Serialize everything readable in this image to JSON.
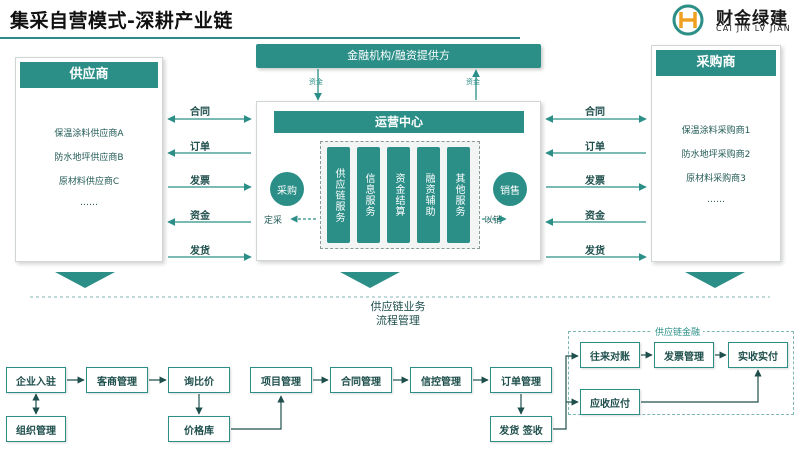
{
  "header": {
    "title": "集采自营模式-深耕产业链"
  },
  "logo": {
    "cn": "财金绿建",
    "en": "CAI JIN LV JIAN",
    "glyph": "H",
    "brand_color": "#2b8f88"
  },
  "supplier": {
    "title": "供应商",
    "items": [
      "保温涂料供应商A",
      "防水地坪供应商B",
      "原材料供应商C",
      "……"
    ]
  },
  "buyer": {
    "title": "采购商",
    "items": [
      "保温涂料采购商1",
      "防水地坪采购商2",
      "原材料采购商3",
      "……"
    ]
  },
  "finance": {
    "title": "金融机构/融资提供方",
    "fund_down": "资金",
    "fund_up": "资金"
  },
  "operations": {
    "title": "运营中心",
    "services": [
      "供应链服务",
      "信息服务",
      "资金结算",
      "融资辅助",
      "其他服务"
    ],
    "purchase": "采购",
    "purchase_note": "定采",
    "sales": "销售",
    "sales_note": "以销"
  },
  "left_flows": [
    "合同",
    "订单",
    "发票",
    "资金",
    "发货"
  ],
  "right_flows": [
    "合同",
    "订单",
    "发票",
    "资金",
    "发货"
  ],
  "middle_label": {
    "line1": "供应链业务",
    "line2": "流程管理"
  },
  "process": {
    "enterprise": "企业入驻",
    "org": "组织管理",
    "customer": "客商管理",
    "inquiry": "询比价",
    "price_lib": "价格库",
    "project": "项目管理",
    "contract": "合同管理",
    "credit": "信控管理",
    "order": "订单管理",
    "ship_sign": "发货 签收"
  },
  "scf": {
    "title": "供应链金融",
    "reconcile": "往来对账",
    "invoice": "发票管理",
    "collect": "实收实付",
    "receivable": "应收应付"
  }
}
